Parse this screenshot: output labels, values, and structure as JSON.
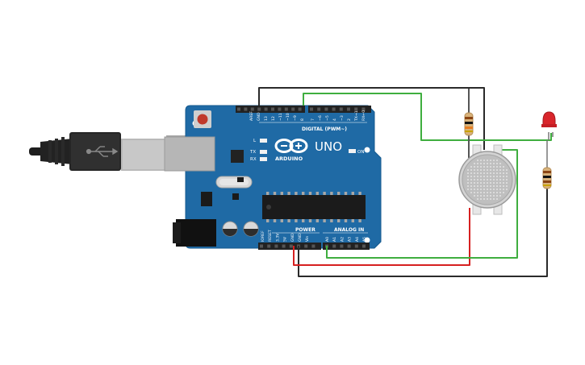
{
  "board": {
    "model": "UNO",
    "brand": "ARDUINO",
    "digital_header_label": "DIGITAL (PWM~)",
    "power_label": "POWER",
    "analog_label": "ANALOG IN",
    "on_label": "ON",
    "led_labels": [
      "L",
      "TX",
      "RX"
    ],
    "digital_pins": [
      "AREF",
      "GND",
      "13",
      "12",
      "~11",
      "~10",
      "~9",
      "8",
      "7",
      "~6",
      "~5",
      "4",
      "~3",
      "2",
      "TX→1",
      "RX←0"
    ],
    "power_pins": [
      "IOREF",
      "RESET",
      "3.3V",
      "5V",
      "GND",
      "GND",
      "Vin"
    ],
    "analog_pins": [
      "A0",
      "A1",
      "A2",
      "A3",
      "A4",
      "A5"
    ]
  },
  "components": {
    "usb_cable": "usb-b-cable",
    "gas_sensor": "gas-sensor",
    "led": "red-led",
    "resistors": [
      "resistor-sensor",
      "resistor-led"
    ]
  },
  "colors": {
    "board": "#1f6aa5",
    "board_edge": "#155a8f",
    "wire_black": "#2a2a2a",
    "wire_green": "#3fae3f",
    "wire_red": "#d62020",
    "led_red": "#d9252b"
  }
}
